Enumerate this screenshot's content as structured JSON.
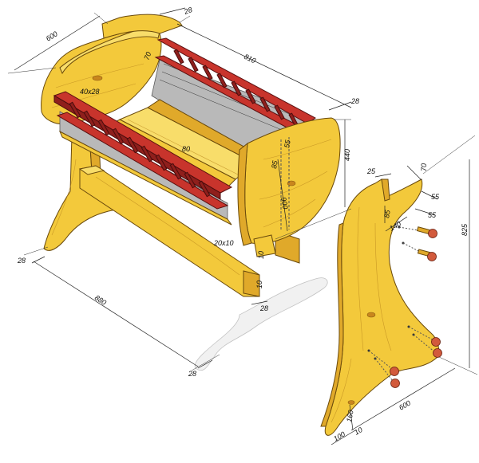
{
  "dimensions": {
    "d600_top": "600",
    "d28_top": "28",
    "d810": "810",
    "d70_left": "70",
    "d40x28": "40x28",
    "d28_right": "28",
    "d80": "80",
    "d55": "55",
    "d440": "440",
    "d85_left": "85",
    "d900": "900",
    "d20x10": "20x10",
    "d10_a": "10",
    "d28_left": "28",
    "d10_b": "10",
    "d28_mid": "28",
    "d880": "880",
    "d28_bottom": "28",
    "d25": "25",
    "d70_right": "70",
    "d55_a": "55",
    "d85_right": "85",
    "d140": "140",
    "d55_b": "55",
    "d825": "825",
    "d160": "160",
    "d600_bottom": "600",
    "d100": "100",
    "d10_c": "10"
  },
  "colors": {
    "wood": "#f3c93b",
    "rail": "#c8342c",
    "peg": "#d25a3c"
  }
}
